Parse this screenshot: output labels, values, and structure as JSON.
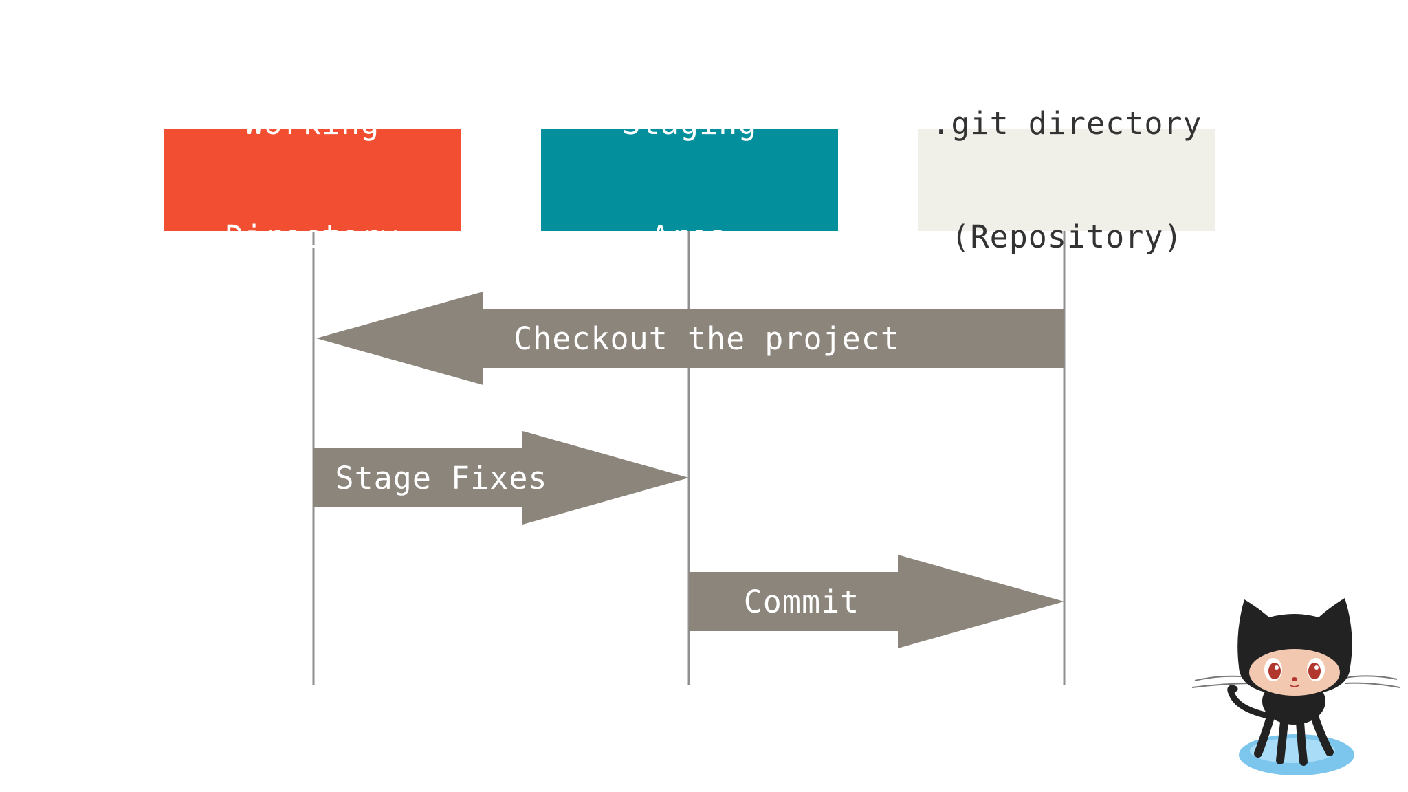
{
  "colors": {
    "working": "#f14e32",
    "staging": "#03909c",
    "git": "#f0efe8",
    "arrow": "#8c857c",
    "lifeline": "#8f8f8f",
    "light_text": "#ffffff",
    "dark_text": "#333333"
  },
  "boxes": [
    {
      "key": "working",
      "line1": "Working",
      "line2": "Directory"
    },
    {
      "key": "staging",
      "line1": "Staging",
      "line2": "Area"
    },
    {
      "key": "git",
      "line1": ".git directory",
      "line2": "(Repository)"
    }
  ],
  "arrows": [
    {
      "key": "checkout",
      "label": "Checkout the project",
      "from": "git",
      "to": "working"
    },
    {
      "key": "stage",
      "label": "Stage Fixes",
      "from": "working",
      "to": "staging"
    },
    {
      "key": "commit",
      "label": "Commit",
      "from": "staging",
      "to": "git"
    }
  ],
  "mascot": {
    "icon": "octocat-icon"
  }
}
